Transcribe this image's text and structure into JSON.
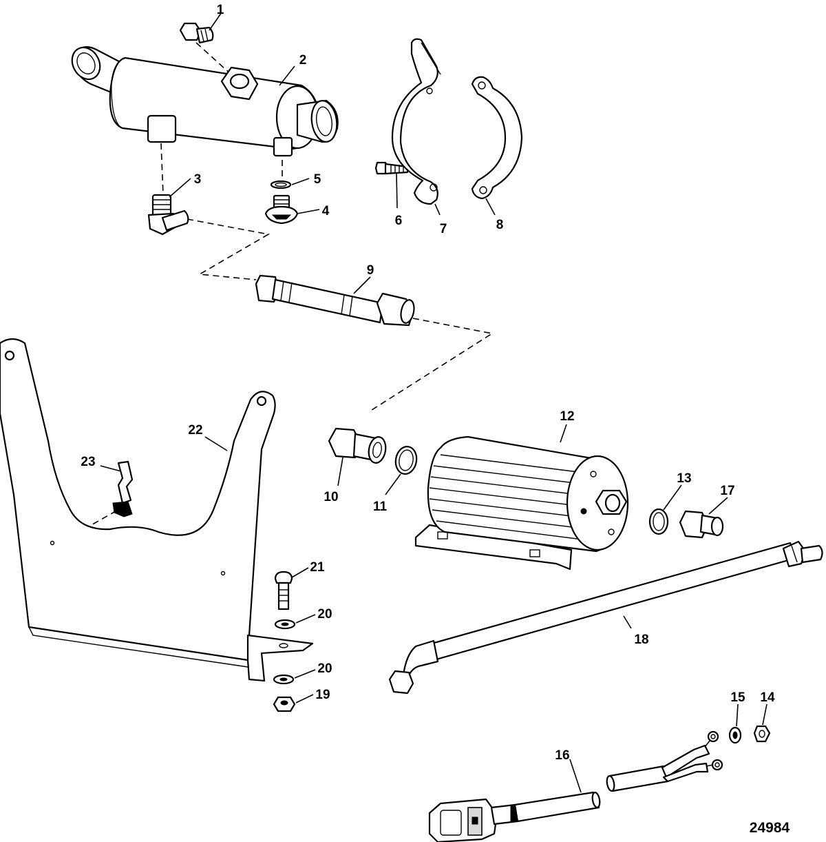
{
  "figure_number": "24984",
  "callouts": [
    "1",
    "2",
    "3",
    "4",
    "5",
    "6",
    "7",
    "8",
    "9",
    "10",
    "11",
    "12",
    "13",
    "17",
    "22",
    "23",
    "21",
    "20",
    "20",
    "18",
    "19",
    "15",
    "14",
    "16"
  ],
  "icons": {
    "fitting_1": "tube-nut-fitting-icon",
    "cooler_2": "fuel-cooler-icon",
    "elbow_3": "elbow-fitting-icon",
    "plug_4": "drain-plug-icon",
    "seal_5": "sealing-washer-icon",
    "screw_6": "screw-icon",
    "clamp_7": "clamp-icon",
    "clamp_8": "clamp-icon",
    "hose_9": "fuel-hose-icon",
    "fitting_10": "fitting-icon",
    "oring_11": "o-ring-icon",
    "pump_12": "fuel-pump-icon",
    "oring_13": "o-ring-icon",
    "fitting_17": "fitting-icon",
    "bracket_22": "bracket-icon",
    "clip_23": "clip-icon",
    "bolt_21": "bolt-icon",
    "washer_20": "washer-icon",
    "nut_19": "nut-icon",
    "hose_18": "fuel-line-icon",
    "washer_15": "lock-washer-icon",
    "nut_14": "nut-icon",
    "harness_16": "wiring-harness-icon"
  }
}
